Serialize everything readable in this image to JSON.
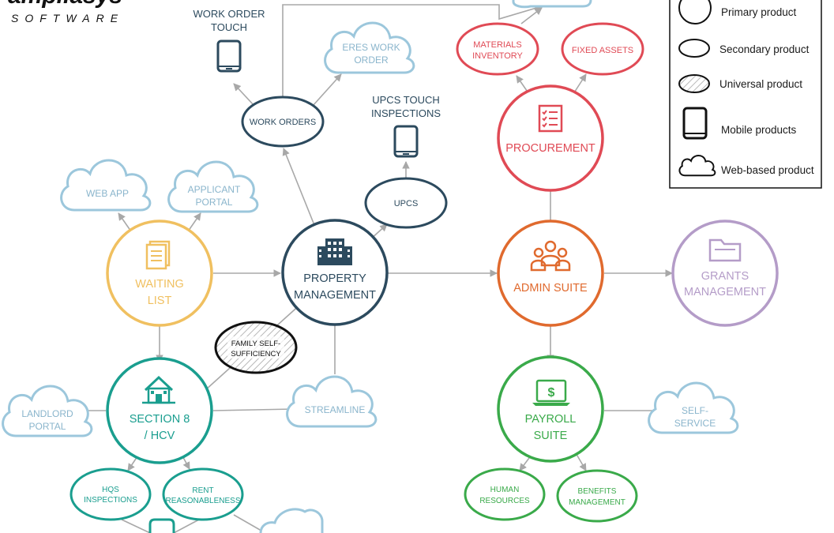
{
  "logo": {
    "brand_partial": "ampliasys",
    "tagline": "SOFTWARE"
  },
  "colors": {
    "edge": "#a8a8a8",
    "property_management": "#2c4a5e",
    "waiting_list": "#f0c060",
    "section8": "#1a9e8f",
    "admin_suite": "#e06a2e",
    "procurement": "#e04a55",
    "grants": "#b49cc8",
    "payroll": "#3aaa4a",
    "cloud_blue": "#9cc7dc",
    "legend_stroke": "#111111"
  },
  "nodes": {
    "property_management": {
      "line1": "PROPERTY",
      "line2": "MANAGEMENT",
      "icon": "office-building-icon"
    },
    "waiting_list": {
      "line1": "WAITING",
      "line2": "LIST",
      "icon": "document-stack-icon"
    },
    "section8": {
      "line1": "SECTION 8",
      "line2": "/ HCV",
      "icon": "house-icon"
    },
    "admin_suite": {
      "label": "ADMIN SUITE",
      "icon": "people-group-icon"
    },
    "procurement": {
      "label": "PROCUREMENT",
      "icon": "clipboard-checklist-icon"
    },
    "grants": {
      "line1": "GRANTS",
      "line2": "MANAGEMENT",
      "icon": "folder-icon"
    },
    "payroll": {
      "line1": "PAYROLL",
      "line2": "SUITE",
      "icon": "laptop-dollar-icon"
    },
    "work_orders": {
      "label": "WORK ORDERS"
    },
    "upcs": {
      "label": "UPCS"
    },
    "materials_inventory": {
      "line1": "MATERIALS",
      "line2": "INVENTORY"
    },
    "fixed_assets": {
      "label": "FIXED ASSETS"
    },
    "hqs_inspections": {
      "line1": "HQS",
      "line2": "INSPECTIONS"
    },
    "rent_reasonableness": {
      "line1": "RENT",
      "line2": "REASONABLENESS"
    },
    "human_resources": {
      "line1": "HUMAN",
      "line2": "RESOURCES"
    },
    "benefits_management": {
      "line1": "BENEFITS",
      "line2": "MANAGEMENT"
    },
    "family_self_sufficiency": {
      "line1": "FAMILY SELF-",
      "line2": "SUFFICIENCY"
    }
  },
  "clouds": {
    "web_app": {
      "label": "WEB APP"
    },
    "applicant_portal": {
      "line1": "APPLICANT",
      "line2": "PORTAL"
    },
    "landlord_portal": {
      "line1": "LANDLORD",
      "line2": "PORTAL"
    },
    "streamline": {
      "label": "STREAMLINE"
    },
    "eres_work_order": {
      "line1": "ERES WORK",
      "line2": "ORDER"
    },
    "self_service": {
      "line1": "SELF-",
      "line2": "SERVICE"
    }
  },
  "mobile": {
    "work_order_touch": {
      "line1": "WORK ORDER",
      "line2": "TOUCH"
    },
    "upcs_touch": {
      "line1": "UPCS TOUCH",
      "line2": "INSPECTIONS"
    }
  },
  "legend": {
    "primary": "Primary product",
    "secondary": "Secondary product",
    "universal": "Universal product",
    "mobile": "Mobile products",
    "web": "Web-based product"
  }
}
